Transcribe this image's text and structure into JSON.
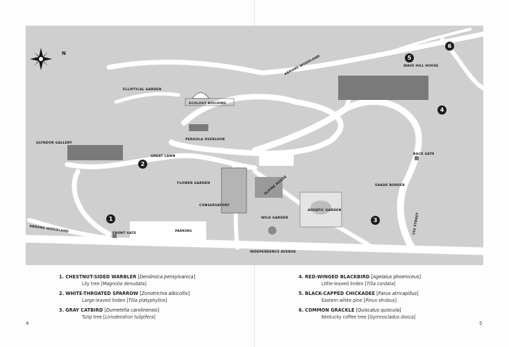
{
  "page": {
    "left_number": "4",
    "right_number": "5"
  },
  "map": {
    "compass_letter": "N",
    "labels": {
      "abrons_woodland_top": "ABRONS WOODLAND",
      "wave_hill_house": "WAVE HILL HOUSE",
      "elliptical_garden": "ELLIPTICAL GARDEN",
      "ecology_building": "ECOLOGY BUILDING",
      "glyndor_gallery": "GLYNDOR GALLERY",
      "pergola_overlook": "PERGOLA OVERLOOK",
      "great_lawn": "GREAT LAWN",
      "back_gate": "BACK GATE",
      "alpine_house": "ALPINE HOUSE",
      "flower_garden": "FLOWER GARDEN",
      "shade_border": "SHADE BORDER",
      "conservatory": "CONSERVATORY",
      "wild_garden": "WILD GARDEN",
      "aquatic_garden": "AQUATIC GARDEN",
      "street_252": "252 STREET",
      "abrons_woodland_left": "ABRONS WOODLAND",
      "front_gate": "FRONT GATE",
      "parking": "PARKING",
      "independence_avenue": "INDEPENDENCE AVENUE"
    },
    "markers": [
      "1",
      "2",
      "3",
      "4",
      "5",
      "6"
    ]
  },
  "legend": [
    {
      "num": "1.",
      "bird": "CHESTNUT-SIDED WARBLER",
      "bird_latin": "Dendroica pensylvanica",
      "tree": "Lily tree",
      "tree_latin": "Magnolia denudata"
    },
    {
      "num": "2.",
      "bird": "WHITE-THROATED SPARROW",
      "bird_latin": "Zonotrichia albicollis",
      "tree": "Large-leaved linden",
      "tree_latin": "Tilia platyphyllos"
    },
    {
      "num": "3.",
      "bird": "GRAY CATBIRD",
      "bird_latin": "Dumetella carolinensis",
      "tree": "Tulip tree",
      "tree_latin": "Liriodendron tulipifera"
    },
    {
      "num": "4.",
      "bird": "RED-WINGED BLACKBIRD",
      "bird_latin": "Agelaius phoeniceus",
      "tree": "Little-leaved linden",
      "tree_latin": "Tilia cordata"
    },
    {
      "num": "5.",
      "bird": "BLACK-CAPPED CHICKADEE",
      "bird_latin": "Parus atricapillus",
      "tree": "Eastern white pine",
      "tree_latin": "Pinus strobus"
    },
    {
      "num": "6.",
      "bird": "COMMON GRACKLE",
      "bird_latin": "Quiscalus quiscula",
      "tree": "Kentucky coffee tree",
      "tree_latin": "Gymnocladus dioica"
    }
  ],
  "colors": {
    "ground": "#cfcfcf",
    "paths": "#ffffff",
    "buildings": "#7a7a7a",
    "markers": "#1c1c1c"
  }
}
